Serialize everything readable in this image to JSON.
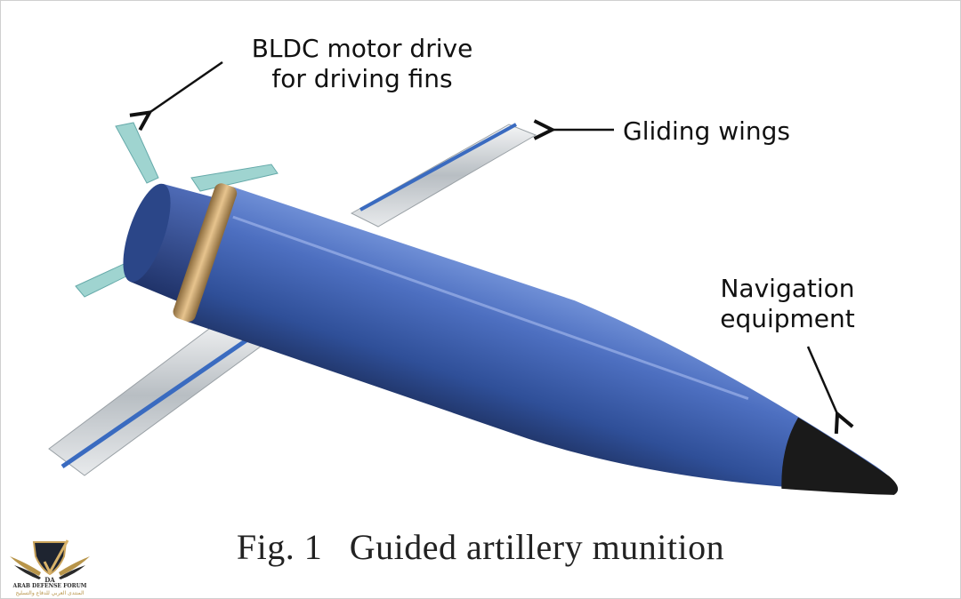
{
  "figure": {
    "labels": {
      "bldc": [
        "BLDC motor drive",
        "for driving fins"
      ],
      "wings": "Gliding wings",
      "navigation": [
        "Navigation",
        "equipment"
      ]
    },
    "caption": {
      "number": "Fig. 1",
      "title": "Guided artillery munition"
    },
    "logo": {
      "en": "ARAB DEFENSE FORUM",
      "ar": "المنتدى العربي للدفاع والتسليح",
      "initials": "DA"
    },
    "colors": {
      "body": "#3d5ea8",
      "nose": "#1a1a1a",
      "ring": "#c9a06a",
      "fin": "#9fd4d0",
      "wing": "#cfd3d6",
      "stripe": "#3a6bc0"
    }
  }
}
